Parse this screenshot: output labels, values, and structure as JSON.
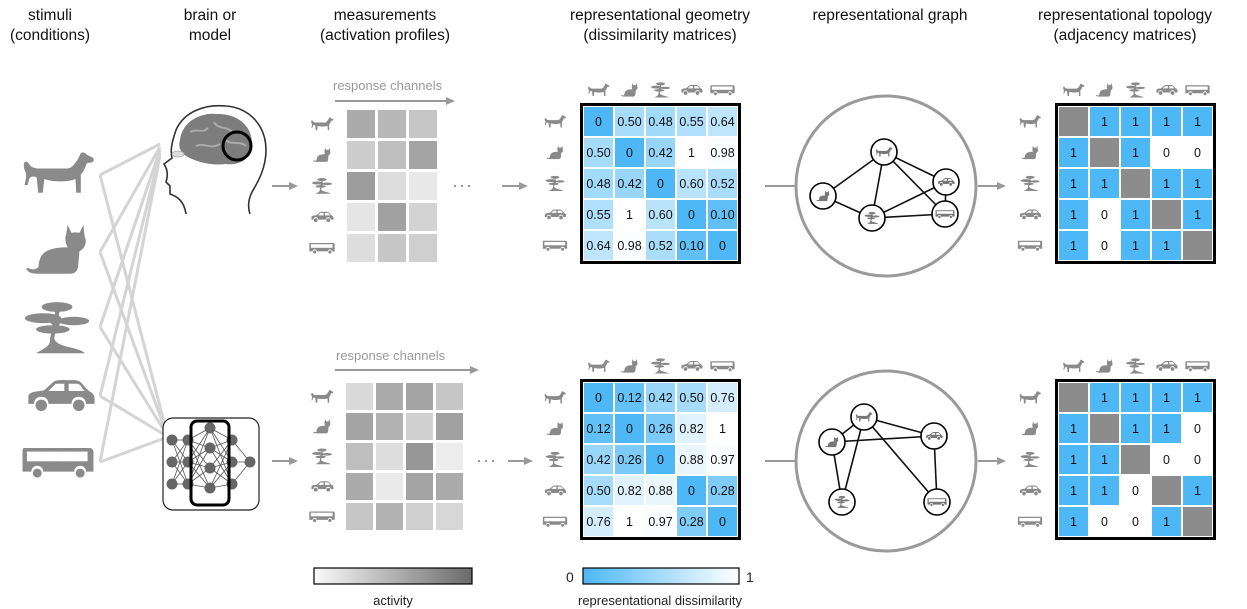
{
  "headers": {
    "stimuli": [
      "stimuli",
      "(conditions)"
    ],
    "brain": [
      "brain or",
      "model"
    ],
    "measurements": [
      "measurements",
      "(activation profiles)"
    ],
    "geometry": [
      "representational geometry",
      "(dissimilarity matrices)"
    ],
    "graph": [
      "representational graph"
    ],
    "topology": [
      "representational topology",
      "(adjacency matrices)"
    ]
  },
  "response_channels": "response channels",
  "ellipsis": "···",
  "conditions": [
    "dog-icon",
    "cat-icon",
    "tree-icon",
    "car-icon",
    "bus-icon"
  ],
  "activity": {
    "top": [
      [
        0.55,
        0.45,
        0.35
      ],
      [
        0.3,
        0.4,
        0.6
      ],
      [
        0.65,
        0.18,
        0.1
      ],
      [
        0.12,
        0.62,
        0.25
      ],
      [
        0.18,
        0.35,
        0.28
      ]
    ],
    "bottom": [
      [
        0.2,
        0.55,
        0.6,
        0.35
      ],
      [
        0.6,
        0.5,
        0.28,
        0.62
      ],
      [
        0.4,
        0.18,
        0.7,
        0.06
      ],
      [
        0.55,
        0.08,
        0.6,
        0.55
      ],
      [
        0.35,
        0.5,
        0.28,
        0.22
      ]
    ]
  },
  "dissimilarity": {
    "top": [
      [
        "0",
        "0.50",
        "0.48",
        "0.55",
        "0.64"
      ],
      [
        "0.50",
        "0",
        "0.42",
        "1",
        "0.98"
      ],
      [
        "0.48",
        "0.42",
        "0",
        "0.60",
        "0.52"
      ],
      [
        "0.55",
        "1",
        "0.60",
        "0",
        "0.10"
      ],
      [
        "0.64",
        "0.98",
        "0.52",
        "0.10",
        "0"
      ]
    ],
    "bottom": [
      [
        "0",
        "0.12",
        "0.42",
        "0.50",
        "0.76"
      ],
      [
        "0.12",
        "0",
        "0.26",
        "0.82",
        "1"
      ],
      [
        "0.42",
        "0.26",
        "0",
        "0.88",
        "0.97"
      ],
      [
        "0.50",
        "0.82",
        "0.88",
        "0",
        "0.28"
      ],
      [
        "0.76",
        "1",
        "0.97",
        "0.28",
        "0"
      ]
    ]
  },
  "adjacency": {
    "top": [
      [
        "",
        "1",
        "1",
        "1",
        "1"
      ],
      [
        "1",
        "",
        "1",
        "0",
        "0"
      ],
      [
        "1",
        "1",
        "",
        "1",
        "1"
      ],
      [
        "1",
        "0",
        "1",
        "",
        "1"
      ],
      [
        "1",
        "0",
        "1",
        "1",
        ""
      ]
    ],
    "bottom": [
      [
        "",
        "1",
        "1",
        "1",
        "1"
      ],
      [
        "1",
        "",
        "1",
        "1",
        "0"
      ],
      [
        "1",
        "1",
        "",
        "0",
        "0"
      ],
      [
        "1",
        "1",
        "0",
        "",
        "1"
      ],
      [
        "1",
        "0",
        "0",
        "1",
        ""
      ]
    ]
  },
  "legends": {
    "activity": "activity",
    "dissimilarity": "representational dissimilarity",
    "scale_min": "0",
    "scale_max": "1"
  },
  "colors": {
    "blue": "#4db8f5",
    "light_blue": "#e8f6fe",
    "gray_icon": "#8a8a8a",
    "diagonal": "#8c8c8c",
    "circle": "#9a9a9a",
    "arrow": "#999999",
    "fan_lines": "#d4d4d4"
  }
}
